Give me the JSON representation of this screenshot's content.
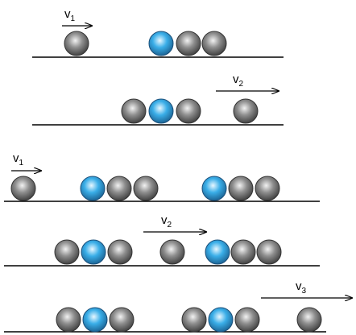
{
  "colors": {
    "grey_ball": "#8c8c8c",
    "blue_ball": "#3aaee8",
    "line": "#000000"
  },
  "rows": [
    {
      "label_main": "v",
      "label_sub": "1"
    },
    {
      "label_main": "v",
      "label_sub": "2"
    },
    {
      "label_main": "v",
      "label_sub": "1"
    },
    {
      "label_main": "v",
      "label_sub": "2"
    },
    {
      "label_main": "v",
      "label_sub": "3"
    }
  ]
}
